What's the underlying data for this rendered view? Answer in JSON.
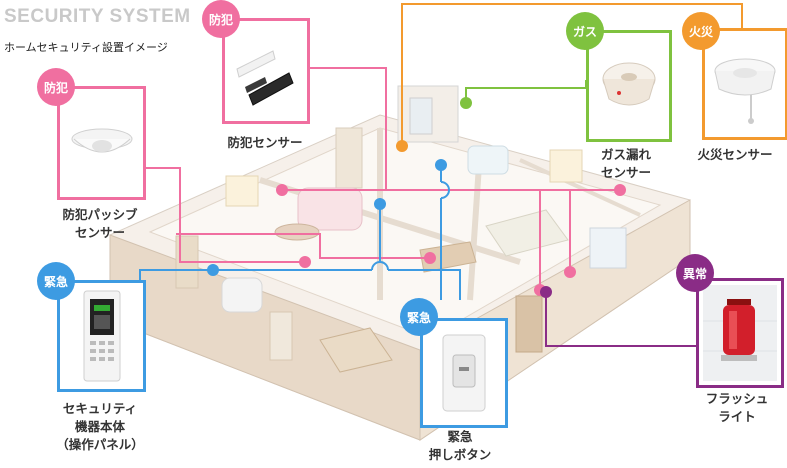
{
  "header": {
    "title": "SECURITY SYSTEM",
    "subtitle": "ホームセキュリティ設置イメージ"
  },
  "colors": {
    "crime": "#f06fa0",
    "emergency": "#3d9be2",
    "gas": "#7fc23f",
    "fire": "#f39a2e",
    "alert": "#8a2c86"
  },
  "devices": {
    "passive_sensor": {
      "badge": "防犯",
      "label_line1": "防犯パッシブ",
      "label_line2": "センサー",
      "icon": "ceiling-pir-sensor-icon"
    },
    "crime_sensor": {
      "badge": "防犯",
      "label": "防犯センサー",
      "icon": "door-window-magnet-sensor-icon"
    },
    "gas_sensor": {
      "badge": "ガス",
      "label_line1": "ガス漏れ",
      "label_line2": "センサー",
      "icon": "gas-detector-icon"
    },
    "fire_sensor": {
      "badge": "火災",
      "label": "火災センサー",
      "icon": "smoke-detector-icon"
    },
    "control_panel": {
      "badge": "緊急",
      "label_line1": "セキュリティ",
      "label_line2": "機器本体",
      "label_line3": "（操作パネル）",
      "icon": "control-panel-icon"
    },
    "emergency_button": {
      "badge": "緊急",
      "label_line1": "緊急",
      "label_line2": "押しボタン",
      "icon": "push-button-icon"
    },
    "flash_light": {
      "badge": "異常",
      "label_line1": "フラッシュ",
      "label_line2": "ライト",
      "icon": "flash-light-icon"
    }
  }
}
